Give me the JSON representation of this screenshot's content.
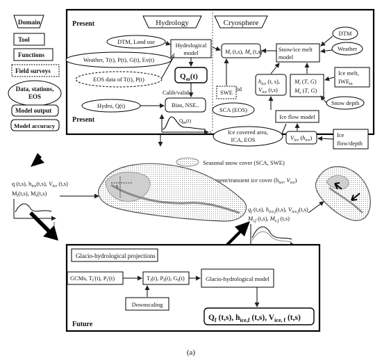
{
  "legend": {
    "domain": "Domain",
    "tool": "Tool",
    "functions": "Functions",
    "field_surveys": "Field surveys",
    "data_line1": "Data, stations,",
    "data_line2": "EOS",
    "model_output": "Model output",
    "model_accuracy": "Model accuracy"
  },
  "present_panel": {
    "present_top": "Present",
    "present_bottom": "Present",
    "hydrology": "Hydrology",
    "cryosphere": "Cryosphere",
    "dtm_landuse": "DTM, Land use",
    "weather_inputs": "Weather, T(t), P(t), G(t), Ev(t)",
    "eos_line1": "EOS data of T(t), P(t)",
    "hydro_model_line1": "Hydrological",
    "hydro_model_line2": "model",
    "qm": "Q",
    "qm_sub": "m",
    "qm_tail": "(t)",
    "calib_valid": "Calib/valid",
    "hydro_q": "Hydro, Q(t)",
    "bias_nse": "Bias, NSE..",
    "qm_curve_label": "Q",
    "qm_curve_sub": "m",
    "qm_curve_tail": "(t)",
    "t_axis": "t",
    "mi_ms": "M",
    "snow_ice_melt_line1": "Snow/ice melt",
    "snow_ice_melt_line2": "model",
    "dtm": "DTM",
    "weather": "Weather",
    "valid": "Valid",
    "h_ice_line1": "h",
    "h_ice_line2": "V",
    "mi_tg": "M",
    "ms_tg": "M",
    "ice_melt_line1": "Ice melt,",
    "ice_melt_line2": "IWE",
    "ice_melt_sub": "m",
    "swe": "SWE",
    "sca_eos": "SCA (EOS)",
    "snow_depth": "Snow depth",
    "ice_flow_model": "Ice flow model",
    "ica_line1": "Ice covered area,",
    "ica_line2": "ICA, EOS",
    "vice_hice": "V",
    "ice_flow_line1": "Ice",
    "ice_flow_line2": "flow/depth"
  },
  "middle": {
    "seasonal_snow": "Seasonal snow cover (SCA, SWE)",
    "permanent_ice": "Permanent/transient ice cover (h",
    "permanent_ice_tail": ")",
    "s_label": "s",
    "left_line1": "q (t,s), h",
    "left_line2": "M",
    "t_left": "t",
    "right_line1": "q",
    "right_line2": "M",
    "t_right": "t"
  },
  "future_panel": {
    "title": "Glacio-hydrological projections",
    "gcms": "GCMs, T",
    "tf_pf_gf": "T",
    "glacio_model": "Glacio-hydrological model",
    "downscaling": "Downscaling",
    "future": "Future",
    "output": "Q"
  },
  "caption": "(a)"
}
